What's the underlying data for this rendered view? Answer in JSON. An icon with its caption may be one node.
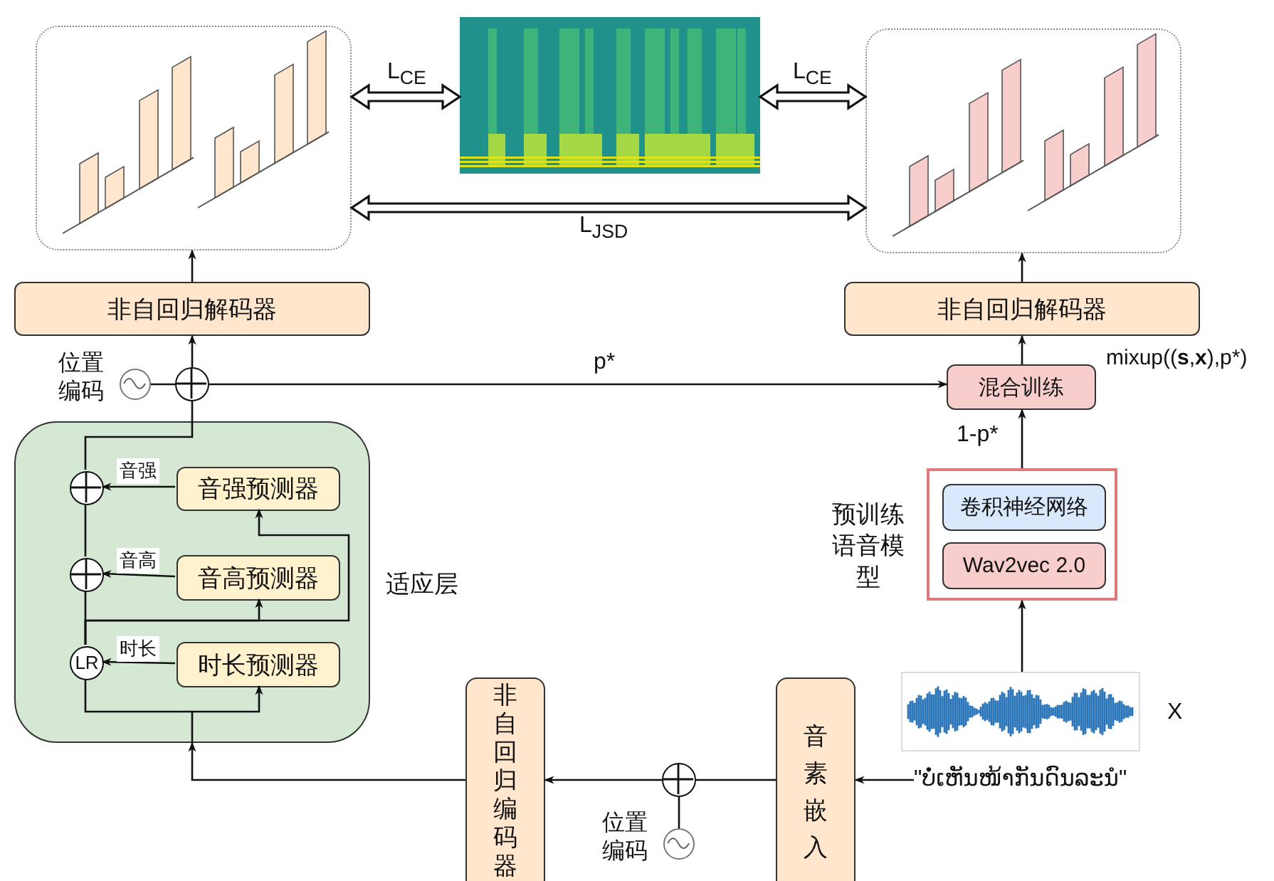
{
  "diagram": {
    "nodes": [
      {
        "text": [],
        "shape": "picture"
      },
      {
        "text": [],
        "shape": "picture"
      },
      {
        "text": [],
        "shape": "picture"
      },
      {
        "text": [
          "非自回归解码器"
        ]
      },
      {
        "text": [
          "非自回归解码器"
        ]
      },
      {
        "text": [],
        "shape": "circle"
      },
      {
        "text": [],
        "shape": "circle",
        "beside": [
          "位置编码"
        ]
      },
      {
        "text": [
          "混合训练"
        ],
        "beside": [
          "mixup((**s**,**x**),p*)"
        ]
      },
      {
        "text": [
          "适应层"
        ]
      },
      {
        "text": [
          "音强预测器"
        ],
        "in": 8
      },
      {
        "text": [
          "音高预测器"
        ],
        "in": 8
      },
      {
        "text": [
          "时长预测器"
        ],
        "in": 8
      },
      {
        "text": [],
        "shape": "circle",
        "in": 8
      },
      {
        "text": [],
        "shape": "circle",
        "in": 8
      },
      {
        "text": [
          "LR"
        ],
        "in": 8
      },
      {
        "text": [
          "预训练语音模型"
        ]
      },
      {
        "text": [
          "卷积神经网络"
        ],
        "in": 15
      },
      {
        "text": [
          "Wav2vec 2.0"
        ],
        "in": 15
      },
      {
        "text": [],
        "shape": "picture",
        "beside": [
          "X"
        ]
      },
      {
        "text": [
          "非自回归编码器"
        ]
      },
      {
        "text": [
          "音素嵌入"
        ]
      },
      {
        "text": [],
        "shape": "circle"
      },
      {
        "text": [],
        "shape": "circle",
        "beside": [
          "位置编码"
        ]
      },
      {
        "text": [
          "\"ບໍ່ເຫັນໜ້າກັນດົນລະນໍ\""
        ]
      }
    ],
    "edges": [
      {
        "from": 0,
        "to": 1,
        "arrow": "both",
        "label": "L$_{CE}$",
        "style": "thick"
      },
      {
        "from": 1,
        "to": 2,
        "arrow": "both",
        "label": "L$_{CE}$",
        "style": "thick"
      },
      {
        "from": 0,
        "to": 2,
        "arrow": "both",
        "label": "L$_{JSD}$",
        "style": "thick"
      },
      {
        "from": 3,
        "to": 0,
        "arrow": "to"
      },
      {
        "from": 4,
        "to": 2,
        "arrow": "to"
      },
      {
        "from": 5,
        "to": 3,
        "arrow": "to"
      },
      {
        "from": 6,
        "to": 5,
        "arrow": "none"
      },
      {
        "from": 5,
        "to": 7,
        "arrow": "to",
        "label": "p*"
      },
      {
        "from": 7,
        "to": 4,
        "arrow": "to"
      },
      {
        "from": 15,
        "to": 7,
        "arrow": "to",
        "label": "1-p*"
      },
      {
        "from": 18,
        "to": 15,
        "arrow": "to"
      },
      {
        "from": 23,
        "to": 20,
        "arrow": "to"
      },
      {
        "from": 20,
        "to": 21,
        "arrow": "none"
      },
      {
        "from": 22,
        "to": 21,
        "arrow": "none"
      },
      {
        "from": 21,
        "to": 19,
        "arrow": "to"
      },
      {
        "from": 19,
        "to": 8,
        "arrow": "to"
      },
      {
        "from": null,
        "to": 11,
        "arrow": "to"
      },
      {
        "from": null,
        "to": 14,
        "arrow": "none"
      },
      {
        "from": 11,
        "to": 14,
        "arrow": "to",
        "label": "时长"
      },
      {
        "from": 14,
        "to": 13,
        "arrow": "none"
      },
      {
        "from": 14,
        "to": 10,
        "arrow": "to"
      },
      {
        "from": 14,
        "to": 9,
        "arrow": "to"
      },
      {
        "from": 10,
        "to": 13,
        "arrow": "to",
        "label": "音高"
      },
      {
        "from": 13,
        "to": 12,
        "arrow": "none"
      },
      {
        "from": 9,
        "to": 12,
        "arrow": "to",
        "label": "音强"
      },
      {
        "from": 12,
        "to": 5,
        "arrow": "none"
      }
    ]
  }
}
